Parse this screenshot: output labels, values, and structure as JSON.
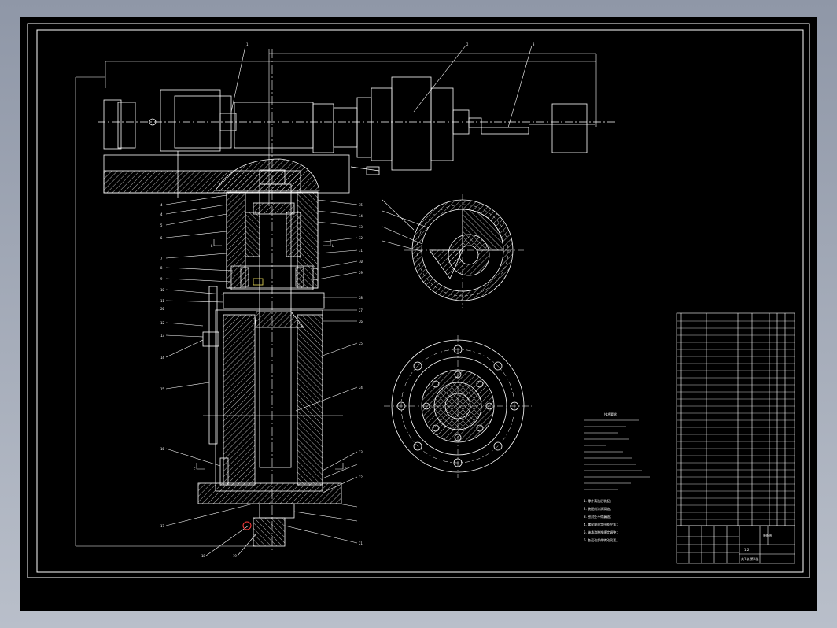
{
  "colors": {
    "background": "#000000",
    "line": "#ffffff",
    "accent_red": "#ff3b3b",
    "accent_yellow": "#f2e35a",
    "window_bg": "#a0a7b4"
  },
  "balloons": {
    "top": [
      "1",
      "2",
      "3"
    ],
    "left": [
      "4",
      "4",
      "5",
      "6",
      "7",
      "8",
      "9",
      "10",
      "11",
      "12",
      "13",
      "14",
      "15",
      "16",
      "17",
      "18",
      "19",
      "20"
    ],
    "right": [
      "35",
      "34",
      "33",
      "32",
      "31",
      "30",
      "29",
      "28",
      "27",
      "26",
      "25",
      "24",
      "23",
      "22",
      "21"
    ]
  },
  "section_marks": [
    "L",
    "L",
    "F",
    "F"
  ],
  "notes": {
    "title": "技术要求",
    "lines": [
      "1. 零件清洗后装配；",
      "2. 装配前涂润滑油；",
      "3. 密封处不得漏油；",
      "4. 螺栓按规定扭矩拧紧；",
      "5. 轴承游隙按规定调整；",
      "6. 各运动部件转动灵活。"
    ]
  },
  "title_block": {
    "name": "装配图",
    "scale": "1:2",
    "sheet": "共1张 第1张"
  }
}
